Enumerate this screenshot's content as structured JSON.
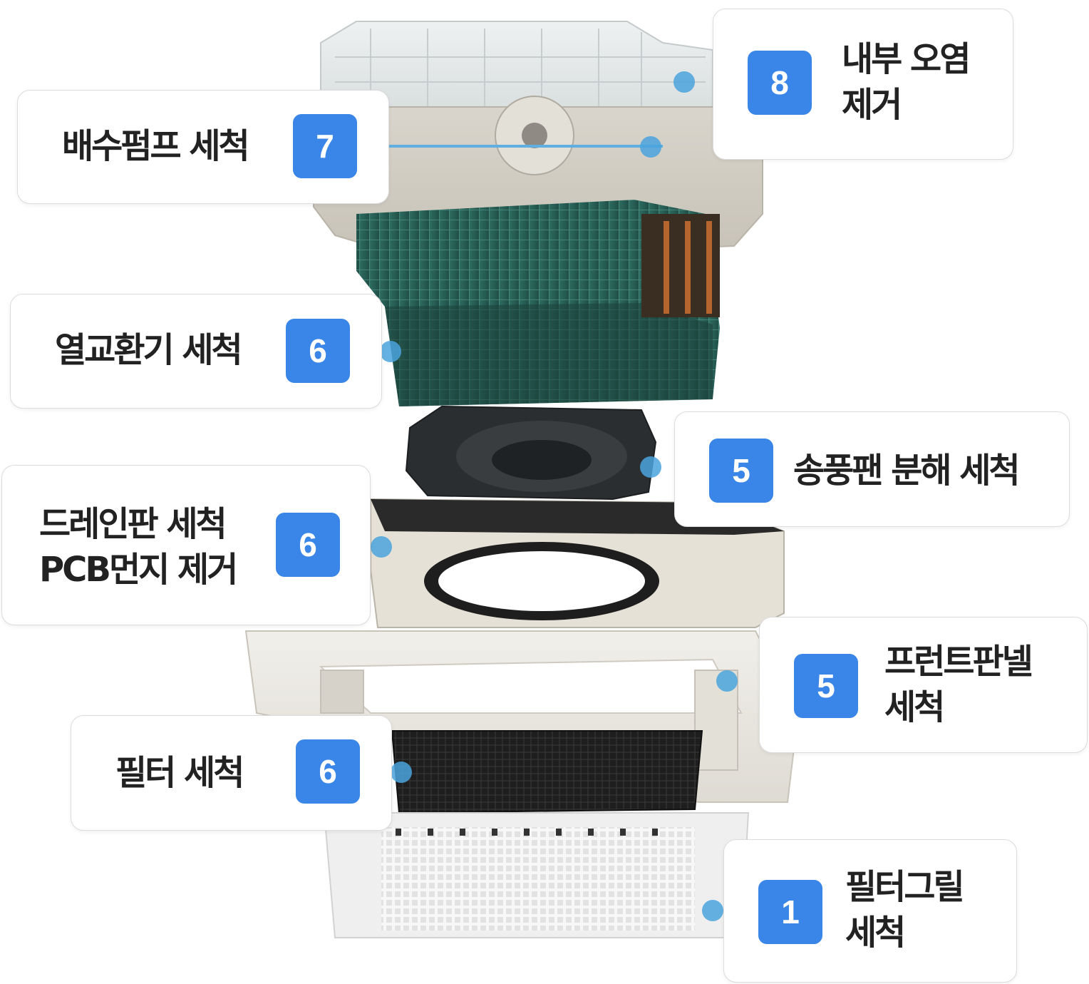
{
  "callouts": [
    {
      "number": "8",
      "lines": [
        "내부 오염",
        "제거"
      ]
    },
    {
      "number": "7",
      "lines": [
        "배수펌프 세척"
      ]
    },
    {
      "number": "6",
      "lines": [
        "열교환기 세척"
      ]
    },
    {
      "number": "5",
      "lines": [
        "송풍팬 분해 세척"
      ]
    },
    {
      "number": "6",
      "lines": [
        "드레인판 세척",
        "PCB먼지 제거"
      ]
    },
    {
      "number": "5",
      "lines": [
        "프런트판넬",
        "세척"
      ]
    },
    {
      "number": "6",
      "lines": [
        "필터 세척"
      ]
    },
    {
      "number": "1",
      "lines": [
        "필터그릴",
        "세척"
      ]
    }
  ],
  "colors": {
    "badge": "#3a86e8",
    "marker": "#4aa3dd"
  }
}
